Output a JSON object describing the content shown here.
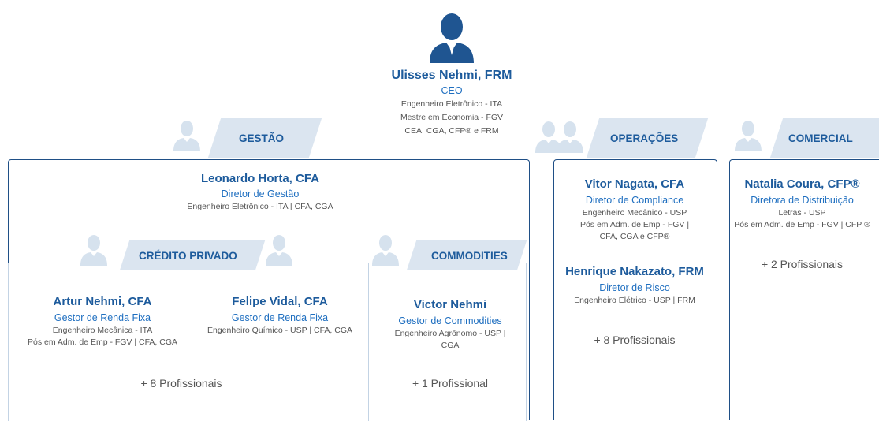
{
  "ceo": {
    "name": "Ulisses Nehmi, FRM",
    "role": "CEO",
    "info": [
      "Engenheiro Eletrônico - ITA",
      "Mestre em Economia - FGV",
      "CEA, CGA, CFP® e FRM"
    ],
    "icon": "person-icon"
  },
  "departments": {
    "gestao": "GESTÃO",
    "operacoes": "OPERAÇÕES",
    "comercial": "COMERCIAL",
    "credito": "CRÉDITO PRIVADO",
    "commodities": "COMMODITIES"
  },
  "gestao_head": {
    "name": "Leonardo Horta, CFA",
    "role": "Diretor de Gestão",
    "info": "Engenheiro Eletrônico - ITA | CFA, CGA"
  },
  "artur": {
    "name": "Artur Nehmi, CFA",
    "role": "Gestor de Renda Fixa",
    "info": [
      "Engenheiro Mecânica - ITA",
      "Pós em Adm. de Emp - FGV | CFA, CGA"
    ]
  },
  "felipe": {
    "name": "Felipe Vidal, CFA",
    "role": "Gestor de Renda Fixa",
    "info": "Engenheiro Químico - USP | CFA, CGA"
  },
  "credito_more": "+ 8 Profissionais",
  "victor": {
    "name": "Victor Nehmi",
    "role": "Gestor de Commodities",
    "info": [
      "Engenheiro Agrônomo - USP |",
      "CGA"
    ]
  },
  "commodities_more": "+ 1 Profissional",
  "vitor": {
    "name": "Vitor Nagata, CFA",
    "role": "Diretor de Compliance",
    "info": [
      "Engenheiro Mecânico - USP",
      "Pós em Adm. de Emp - FGV |",
      "CFA, CGA e CFP®"
    ]
  },
  "henrique": {
    "name": "Henrique Nakazato, FRM",
    "role": "Diretor de Risco",
    "info": "Engenheiro Elétrico - USP | FRM"
  },
  "operacoes_more": "+ 8 Profissionais",
  "natalia": {
    "name": "Natalia Coura, CFP®",
    "role": "Diretora de Distribuição",
    "info": [
      "Letras - USP",
      "Pós em Adm. de Emp - FGV | CFP ®"
    ]
  },
  "comercial_more": "+ 2 Profissionais",
  "colors": {
    "navy": "#1d5b9c",
    "link": "#1f6fc0",
    "band": "#dbe5f0",
    "icon_dark": "#1f5591",
    "icon_light": "#d6e2ee"
  }
}
